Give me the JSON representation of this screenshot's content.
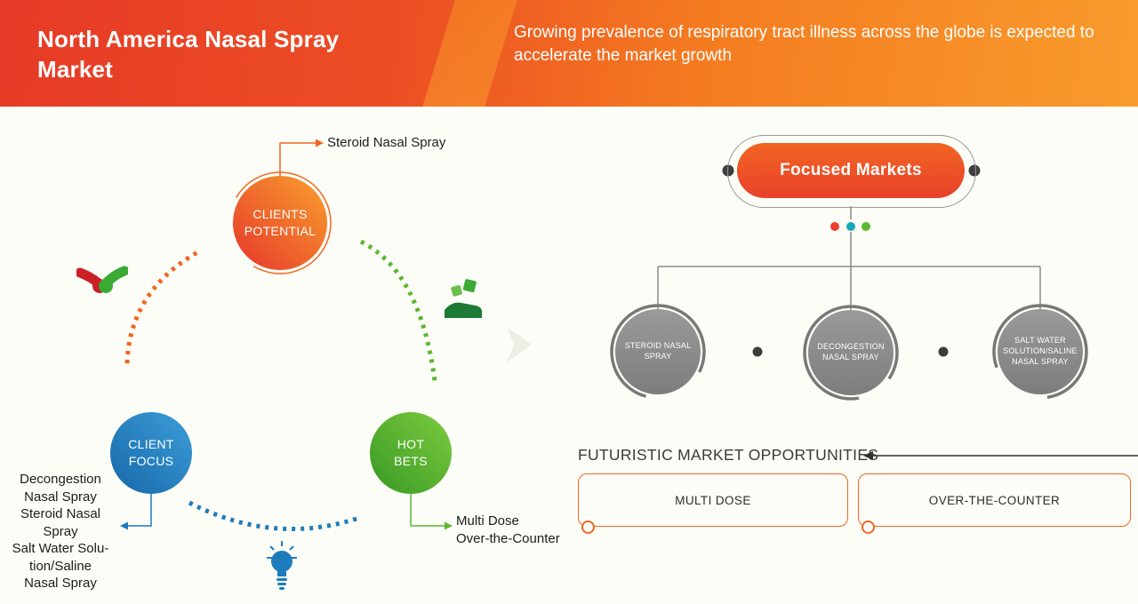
{
  "header": {
    "title": "North America Nasal Spray Market",
    "subtitle": "Growing prevalence of respiratory tract illness across the globe is expected to accelerate the market growth"
  },
  "bubbles": {
    "clients_potential": "CLIENTS\nPOTENTIAL",
    "client_focus": "CLIENT\nFOCUS",
    "hot_bets": "HOT\nBETS"
  },
  "callouts": {
    "clients_potential": "Steroid Nasal Spray",
    "client_focus": "Decongestion\nNasal Spray\nSteroid Nasal\nSpray\nSalt Water Solu-\ntion/Saline\nNasal Spray",
    "hot_bets": "Multi Dose\nOver-the-Counter"
  },
  "focused_markets": {
    "title": "Focused Markets",
    "nodes": [
      "STEROID NASAL\nSPRAY",
      "DECONGESTION\nNASAL SPRAY",
      "SALT WATER\nSOLUTION/SALINE\nNASAL SPRAY"
    ]
  },
  "opportunities": {
    "heading": "FUTURISTIC MARKET OPPORTUNITIES",
    "items": [
      "MULTI DOSE",
      "OVER-THE-COUNTER"
    ]
  },
  "icons": {
    "handshake": "handshake-icon",
    "money_hand": "money-hand-icon",
    "light_bulb": "light-bulb-icon"
  },
  "colors": {
    "orange": "#f26522",
    "red": "#e8412c",
    "blue": "#1e7cbd",
    "green": "#5cb832",
    "teal": "#18a7b5",
    "node_gray": "#8a8a8a"
  }
}
